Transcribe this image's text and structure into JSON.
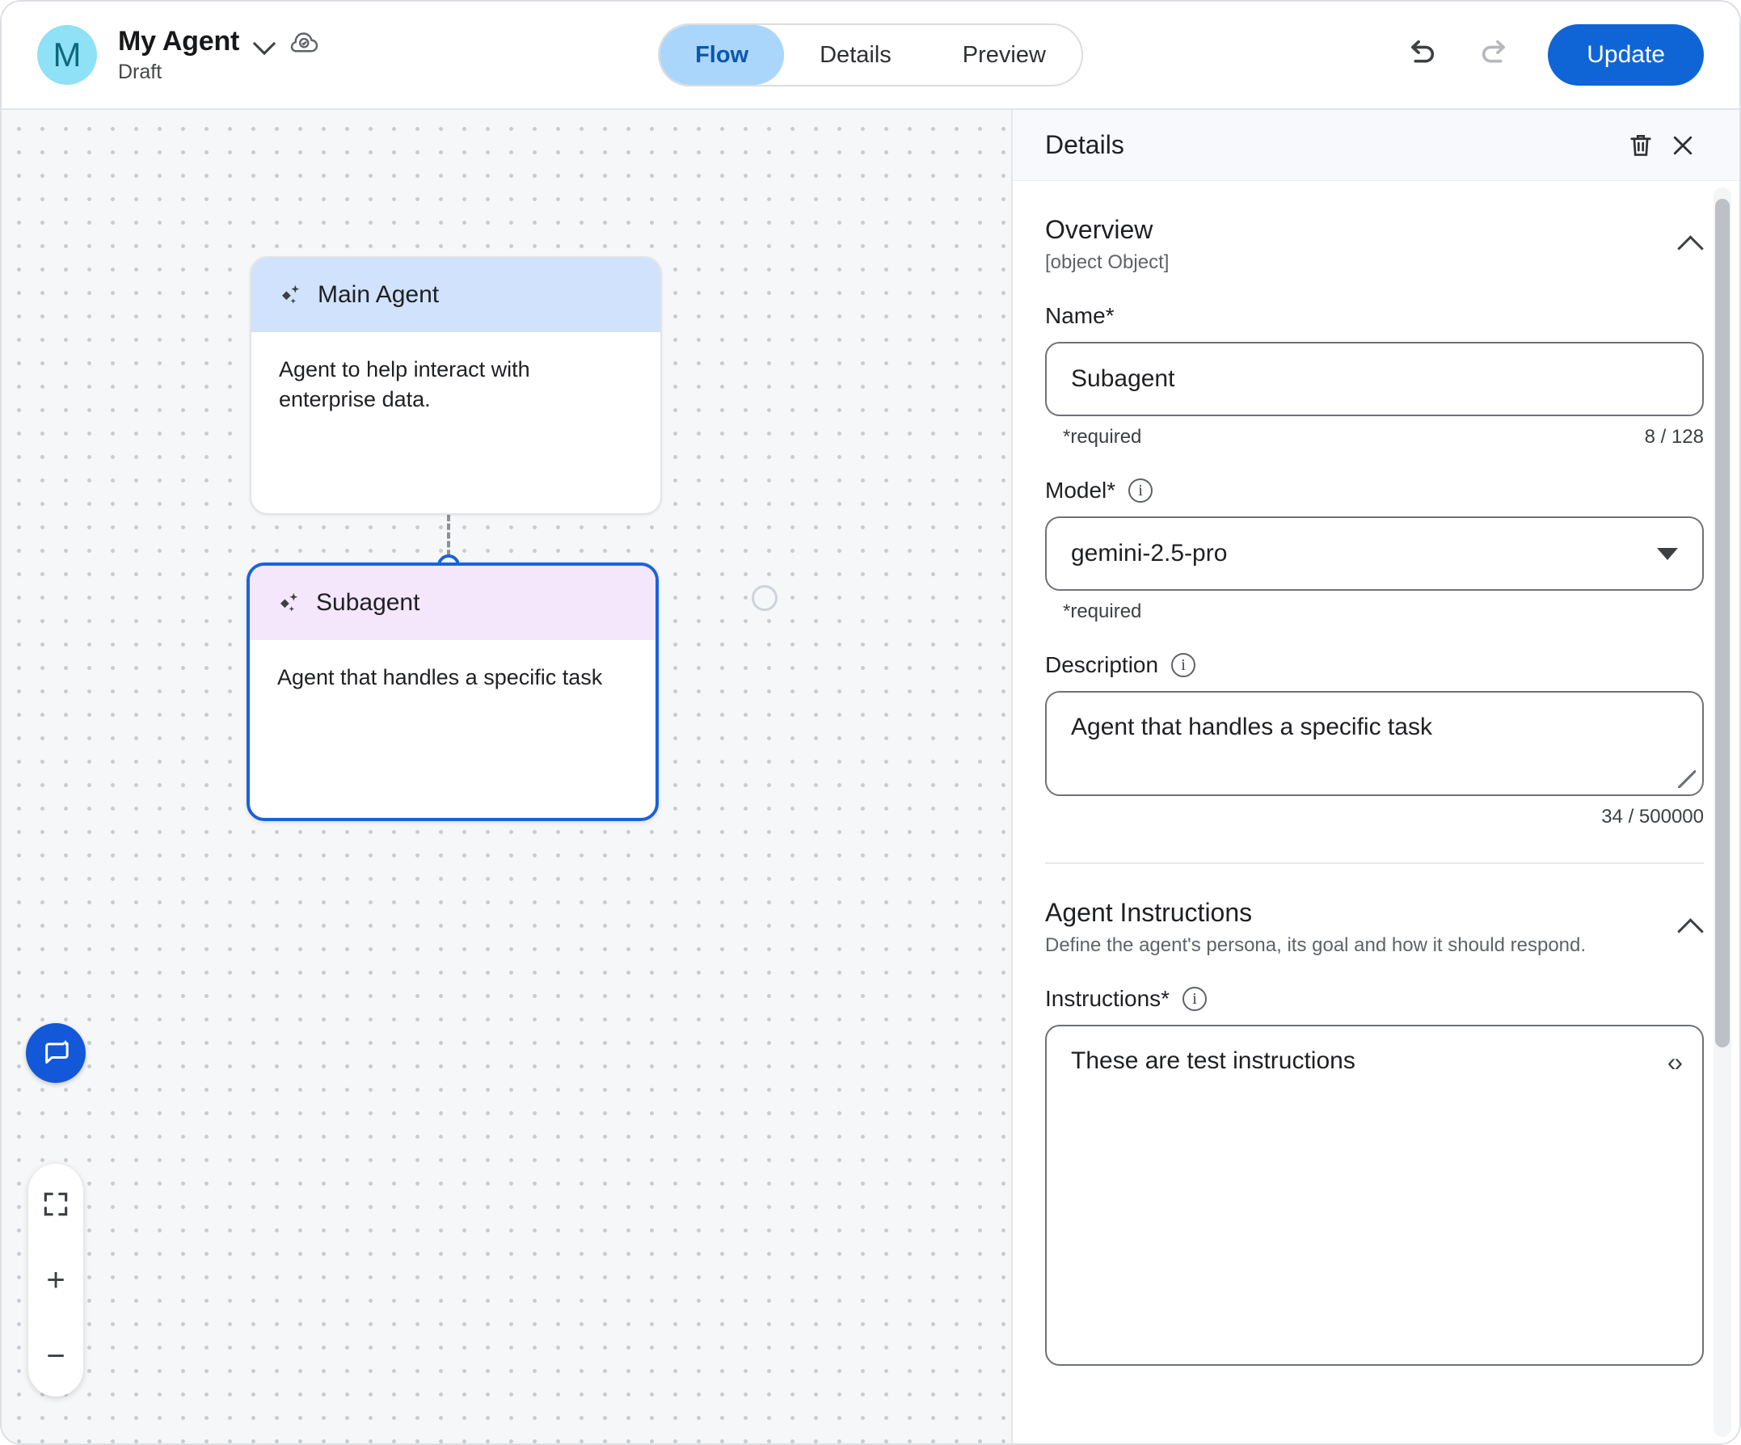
{
  "topbar": {
    "avatar_letter": "M",
    "agent_title": "My Agent",
    "agent_status": "Draft",
    "tabs": [
      {
        "label": "Flow",
        "active": true
      },
      {
        "label": "Details",
        "active": false
      },
      {
        "label": "Preview",
        "active": false
      }
    ],
    "undo_label": "Undo",
    "redo_label": "Redo",
    "update_label": "Update",
    "accent_color": "#1065d6",
    "active_tab_bg": "#abd6fb",
    "active_tab_text": "#0b57ab",
    "avatar_bg": "#8fe1f5"
  },
  "canvas": {
    "nodes": [
      {
        "title": "Main Agent",
        "body": "Agent to help interact with enterprise data.",
        "header_color": "#d0e2fc",
        "selected": false
      },
      {
        "title": "Subagent",
        "body": "Agent that handles a specific task",
        "header_color": "#f4e6fb",
        "selected": true,
        "selection_color": "#1a63d8"
      }
    ],
    "controls": {
      "chat_label": "Chat",
      "fit_label": "Fit to screen",
      "zoom_in_label": "+",
      "zoom_out_label": "−"
    }
  },
  "panel": {
    "title": "Details",
    "delete_label": "Delete",
    "close_label": "Close",
    "overview": {
      "title": "Overview",
      "description": {
        "label": "Description",
        "value": "Agent that handles a specific task",
        "counter": "34 / 500000"
      },
      "name": {
        "label": "Name*",
        "value": "Subagent",
        "helper": "*required",
        "counter": "8 / 128"
      },
      "model": {
        "label": "Model*",
        "value": "gemini-2.5-pro",
        "helper": "*required"
      }
    },
    "instructions_section": {
      "title": "Agent Instructions",
      "description": "Define the agent's persona, its goal and how it should respond.",
      "instructions": {
        "label": "Instructions*",
        "value": "These are test instructions",
        "code_toggle": "‹›"
      }
    }
  }
}
